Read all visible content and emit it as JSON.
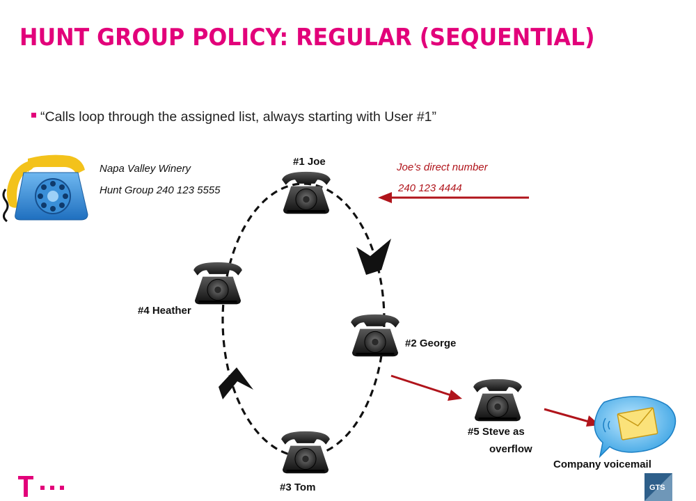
{
  "slide": {
    "title": "HUNT GROUP POLICY: REGULAR (SEQUENTIAL)",
    "bullet": "“Calls loop through the assigned list, always starting with User #1”"
  },
  "company": {
    "name": "Napa Valley Winery",
    "hunt_group": "Hunt Group 240 123 5555"
  },
  "direct": {
    "label": "Joe’s direct number",
    "number": "240 123 4444"
  },
  "members": [
    {
      "label": "#1 Joe"
    },
    {
      "label": "#2 George"
    },
    {
      "label": "#3 Tom"
    },
    {
      "label": "#4 Heather"
    }
  ],
  "overflow": {
    "line1": "#5 Steve as",
    "line2": "overflow"
  },
  "voicemail": {
    "label": "Company voicemail"
  },
  "footer": {
    "brand_mark": "T · · ·",
    "gts_logo": "GTS"
  },
  "icons": {
    "desk_phone": "rotary-telephone-icon",
    "company_phone": "blue-rotary-telephone-icon",
    "voicemail": "envelope-speech-bubble-icon"
  },
  "colors": {
    "brand_magenta": "#e2007a",
    "arrow_red": "#b0141b",
    "phone_black": "#1c1c1c",
    "phone_blue": "#2f8bd8",
    "handset_yellow": "#f3c21b"
  }
}
